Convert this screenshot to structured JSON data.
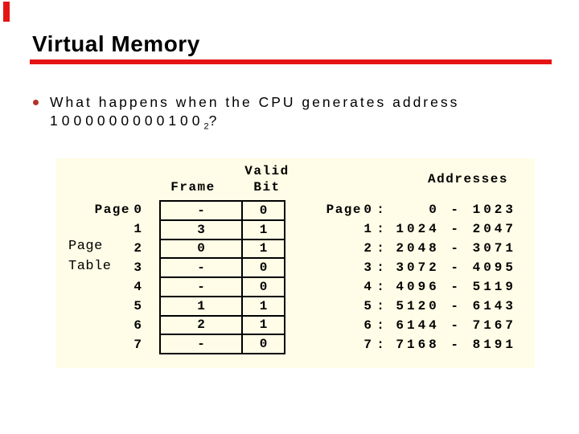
{
  "colors": {
    "accent_red": "#e51414",
    "bullet_red": "#b5302a",
    "diagram_bg": "#fffde7"
  },
  "slide": {
    "title": "Virtual Memory",
    "bullet": {
      "line1": "What happens when the CPU generates address",
      "address_base": "1000000000100",
      "address_subscript": "2",
      "suffix": "?"
    }
  },
  "diagram": {
    "headers": {
      "frame": "Frame",
      "valid_line1": "Valid",
      "valid_line2": "Bit",
      "addresses": "Addresses"
    },
    "page_table_label": {
      "line1": "Page",
      "line2": "Table"
    },
    "left": {
      "page_word": "Page"
    },
    "page_table": {
      "rows": [
        {
          "page": "0",
          "frame": "-",
          "valid": "0"
        },
        {
          "page": "1",
          "frame": "3",
          "valid": "1"
        },
        {
          "page": "2",
          "frame": "0",
          "valid": "1"
        },
        {
          "page": "3",
          "frame": "-",
          "valid": "0"
        },
        {
          "page": "4",
          "frame": "-",
          "valid": "0"
        },
        {
          "page": "5",
          "frame": "1",
          "valid": "1"
        },
        {
          "page": "6",
          "frame": "2",
          "valid": "1"
        },
        {
          "page": "7",
          "frame": "-",
          "valid": "0"
        }
      ]
    },
    "addresses": {
      "rows": [
        {
          "page_word": "Page",
          "page": "0",
          "colon": ":",
          "range": "0 - 1023"
        },
        {
          "page_word": "",
          "page": "1",
          "colon": ":",
          "range": "1024 - 2047"
        },
        {
          "page_word": "",
          "page": "2",
          "colon": ":",
          "range": "2048 - 3071"
        },
        {
          "page_word": "",
          "page": "3",
          "colon": ":",
          "range": "3072 - 4095"
        },
        {
          "page_word": "",
          "page": "4",
          "colon": ":",
          "range": "4096 - 5119"
        },
        {
          "page_word": "",
          "page": "5",
          "colon": ":",
          "range": "5120 - 6143"
        },
        {
          "page_word": "",
          "page": "6",
          "colon": ":",
          "range": "6144 - 7167"
        },
        {
          "page_word": "",
          "page": "7",
          "colon": ":",
          "range": "7168 - 8191"
        }
      ]
    }
  }
}
